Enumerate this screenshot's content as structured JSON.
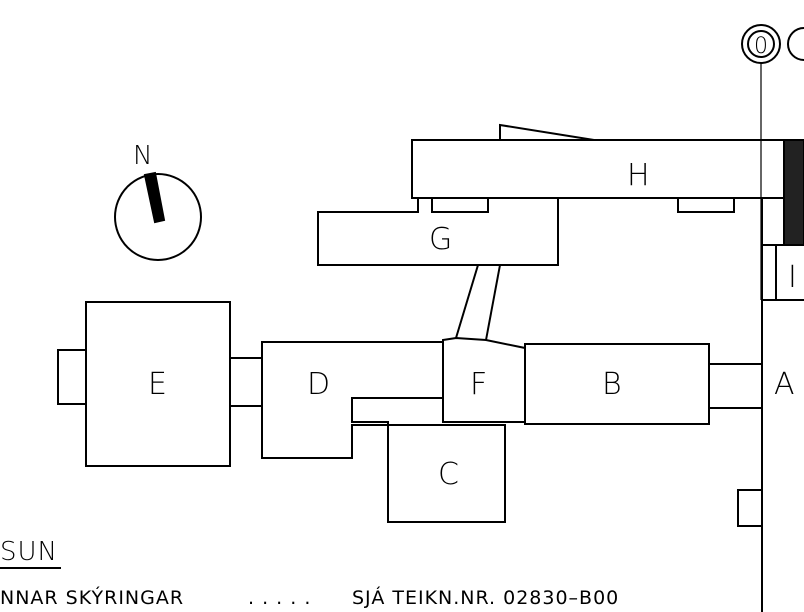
{
  "compass": {
    "north_label": "N"
  },
  "marker": {
    "label": "0"
  },
  "buildings": {
    "A": "A",
    "B": "B",
    "C": "C",
    "D": "D",
    "E": "E",
    "F": "F",
    "G": "G",
    "H": "H",
    "I": "I"
  },
  "legend": {
    "heading": "SUN",
    "note_left": "NNAR SKÝRINGAR",
    "note_dots": ". . . . .",
    "note_right": "SJÁ TEIKN.NR. 02830–B00"
  },
  "colors": {
    "line": "#000000",
    "background": "#ffffff"
  }
}
